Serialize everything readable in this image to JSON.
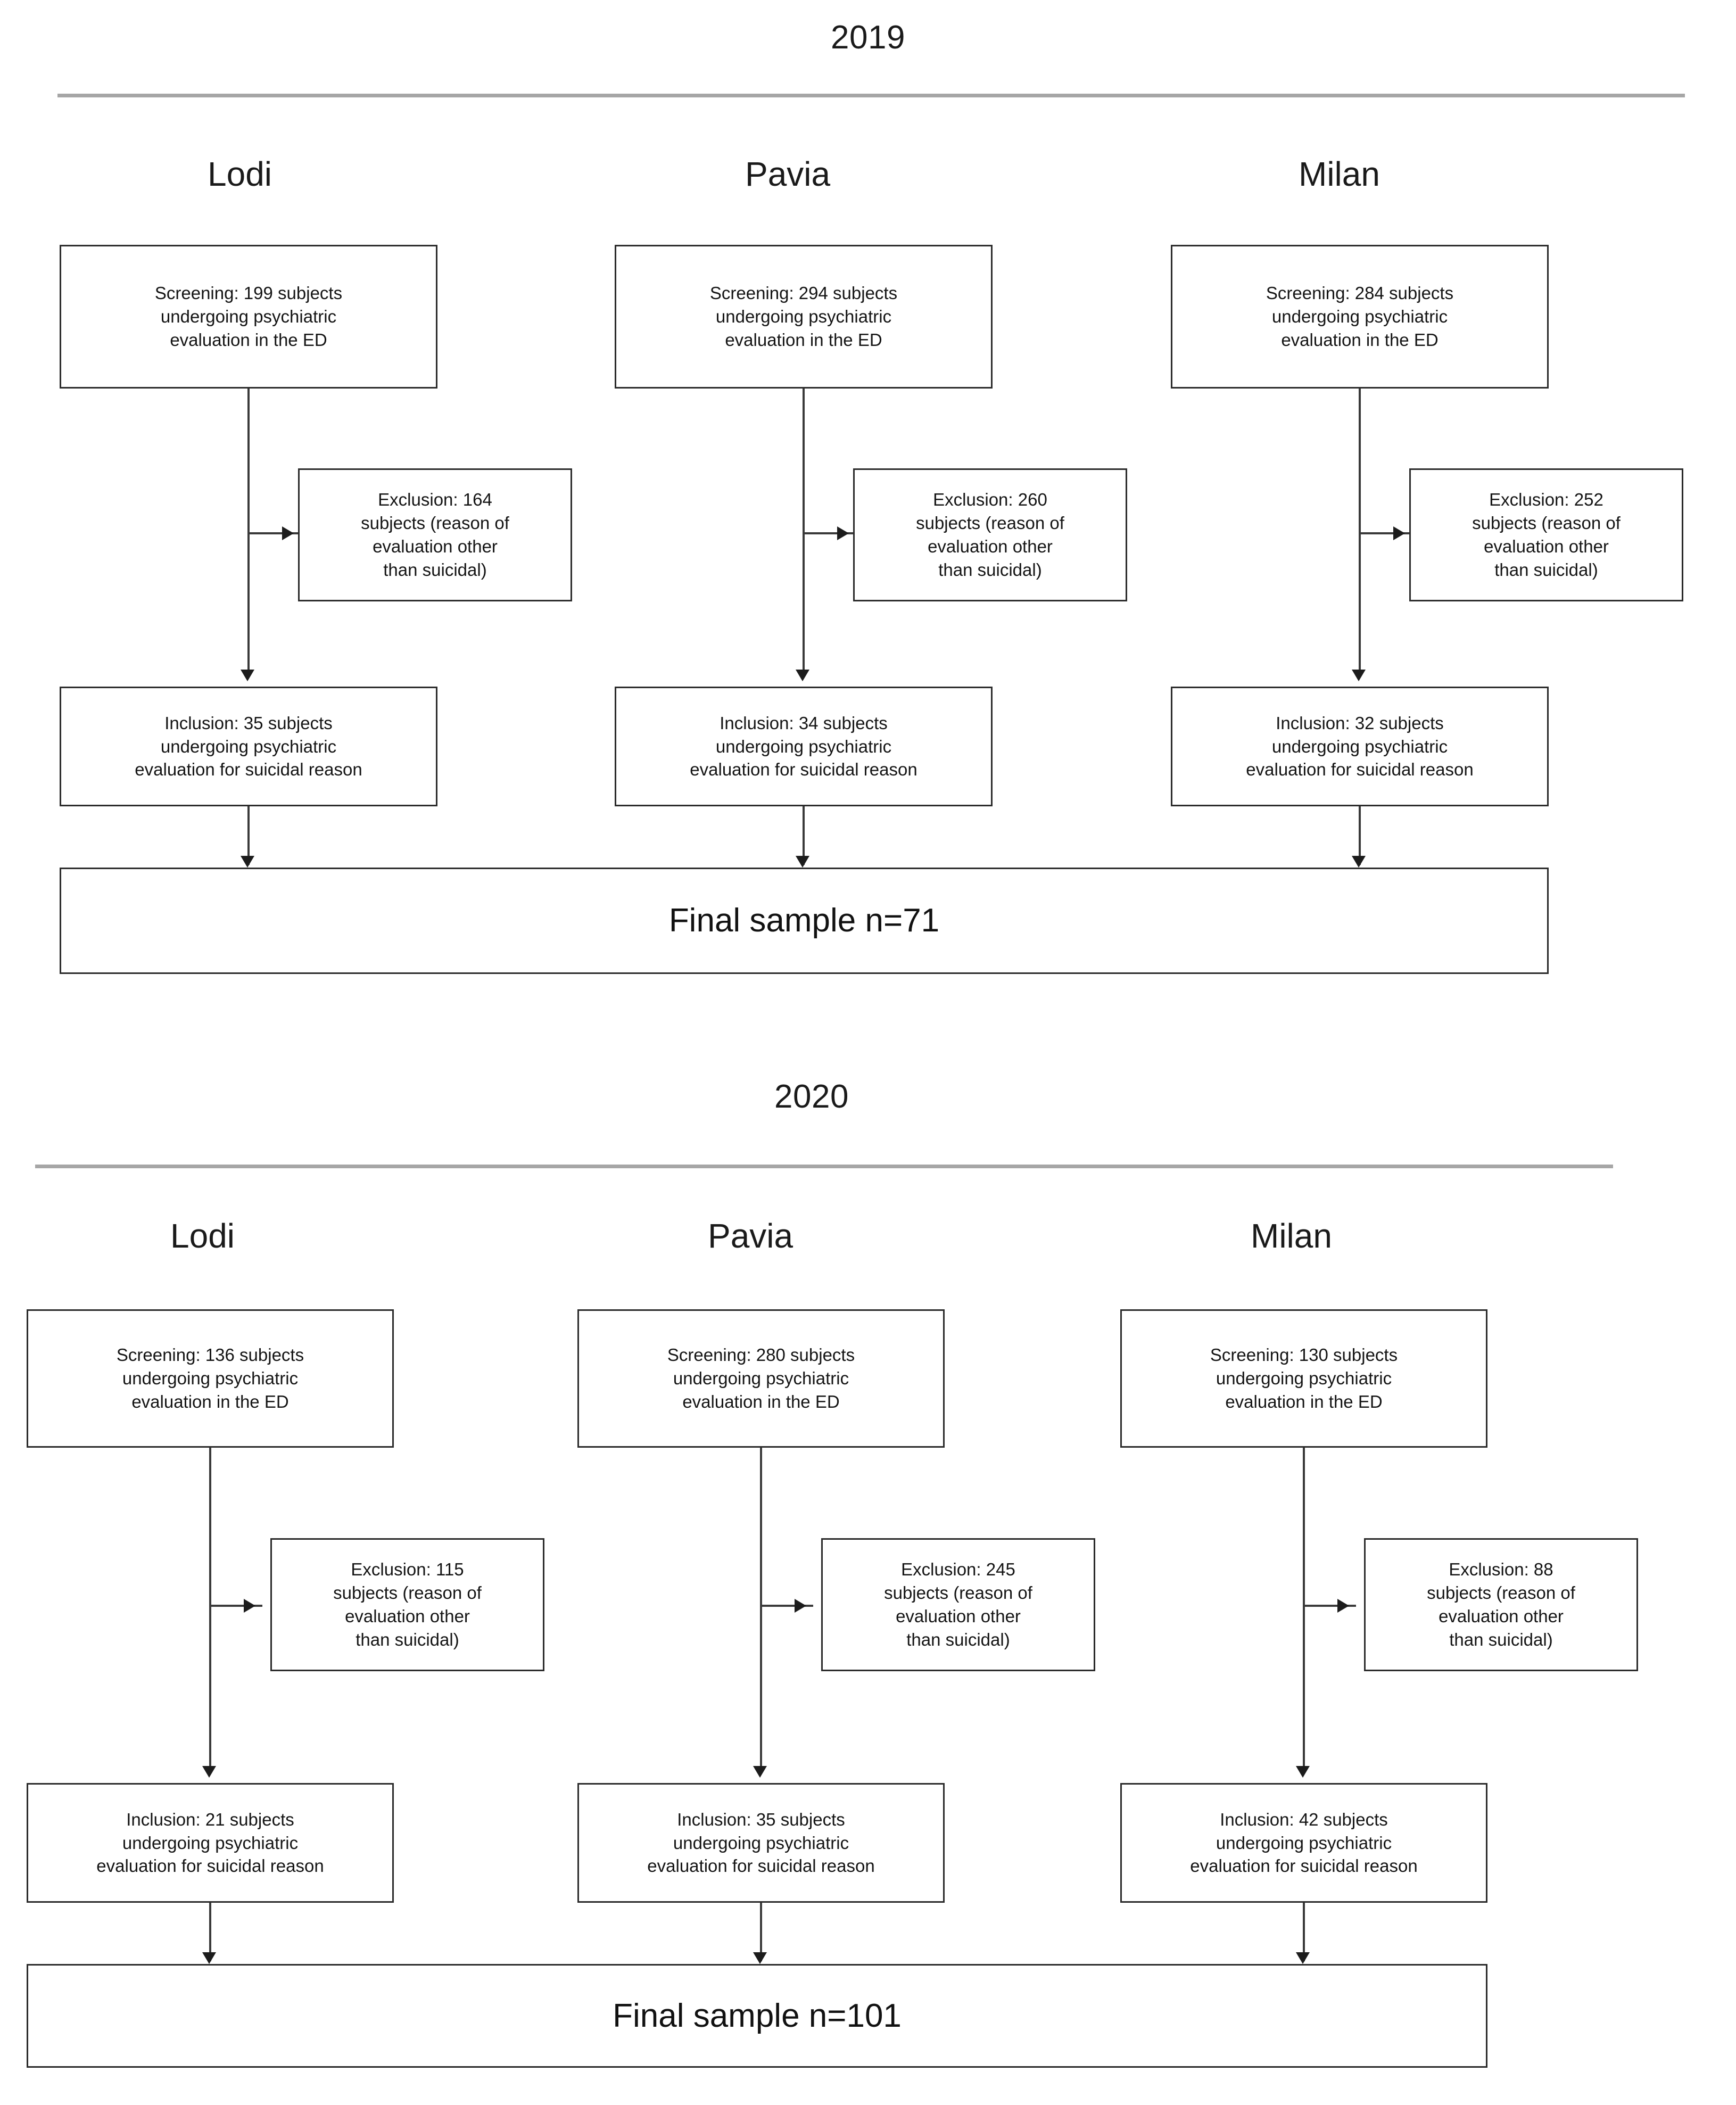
{
  "document": {
    "type": "study-flow-diagram",
    "colors": {
      "box_border": "#2b2b2b",
      "connector": "#3a3a3a",
      "rule": "#a6a6a6",
      "text": "#141414",
      "background": "#ffffff"
    }
  },
  "panels": [
    {
      "id": "panel-2019",
      "year": "2019",
      "final_sample": "Final sample n=71",
      "columns": [
        {
          "city": "Lodi",
          "screening": "Screening: 199 subjects\nundergoing psychiatric\nevaluation in the ED",
          "exclusion": "Exclusion: 164\nsubjects (reason of\nevaluation other\nthan suicidal)",
          "inclusion": "Inclusion: 35 subjects\nundergoing psychiatric\nevaluation for suicidal reason"
        },
        {
          "city": "Pavia",
          "screening": "Screening: 294 subjects\nundergoing psychiatric\nevaluation in the ED",
          "exclusion": "Exclusion: 260\nsubjects (reason of\nevaluation other\nthan suicidal)",
          "inclusion": "Inclusion: 34 subjects\nundergoing psychiatric\nevaluation for suicidal reason"
        },
        {
          "city": "Milan",
          "screening": "Screening: 284 subjects\nundergoing psychiatric\nevaluation in the ED",
          "exclusion": "Exclusion: 252\nsubjects (reason of\nevaluation other\nthan suicidal)",
          "inclusion": "Inclusion: 32 subjects\nundergoing psychiatric\nevaluation for suicidal reason"
        }
      ]
    },
    {
      "id": "panel-2020",
      "year": "2020",
      "final_sample": "Final sample n=101",
      "columns": [
        {
          "city": "Lodi",
          "screening": "Screening: 136 subjects\nundergoing psychiatric\nevaluation in the ED",
          "exclusion": "Exclusion: 115\nsubjects (reason of\nevaluation other\nthan suicidal)",
          "inclusion": "Inclusion: 21 subjects\nundergoing psychiatric\nevaluation for suicidal reason"
        },
        {
          "city": "Pavia",
          "screening": "Screening: 280 subjects\nundergoing psychiatric\nevaluation in the ED",
          "exclusion": "Exclusion: 245\nsubjects (reason of\nevaluation other\nthan suicidal)",
          "inclusion": "Inclusion: 35 subjects\nundergoing psychiatric\nevaluation for suicidal reason"
        },
        {
          "city": "Milan",
          "screening": "Screening: 130 subjects\nundergoing psychiatric\nevaluation in the ED",
          "exclusion": "Exclusion: 88\nsubjects (reason of\nevaluation other\nthan suicidal)",
          "inclusion": "Inclusion: 42 subjects\nundergoing psychiatric\nevaluation for suicidal reason"
        }
      ]
    }
  ]
}
